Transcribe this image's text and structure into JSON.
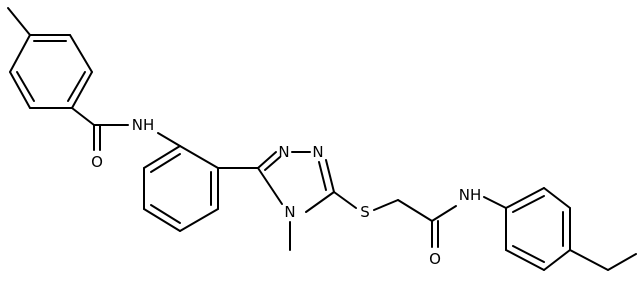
{
  "labels": {
    "amide_nh_left": "NH",
    "amide_o_left": "O",
    "triazole_n_top_left": "N",
    "triazole_n_top_right": "N",
    "triazole_n_methyl": "N",
    "thioether_s": "S",
    "amide_o_right": "O",
    "amide_nh_right": "NH"
  },
  "colors": {
    "bond": "#000000",
    "text": "#000000",
    "background": "#ffffff"
  }
}
